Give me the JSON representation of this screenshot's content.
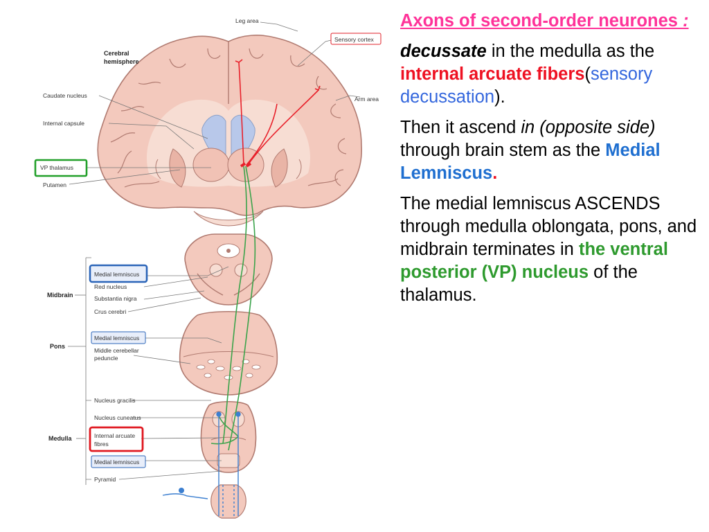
{
  "diagram": {
    "labels": {
      "leg_area": "Leg area",
      "sensory_cortex": "Sensory cortex",
      "cerebral_hemisphere_1": "Cerebral",
      "cerebral_hemisphere_2": "hemisphere",
      "arm_area": "Arm area",
      "caudate_nucleus": "Caudate nucleus",
      "internal_capsule": "Internal capsule",
      "vp_thalamus": "VP thalamus",
      "putamen": "Putamen",
      "medial_lemniscus_midbrain": "Medial lemniscus",
      "red_nucleus": "Red nucleus",
      "substantia_nigra": "Substantia nigra",
      "crus_cerebri": "Crus cerebri",
      "midbrain": "Midbrain",
      "pons": "Pons",
      "medial_lemniscus_pons": "Medial lemniscus",
      "middle_cerebellar_1": "Middle cerebellar",
      "middle_cerebellar_2": "peduncle",
      "nucleus_gracilis": "Nucleus gracilis",
      "nucleus_cuneatus": "Nucleus cuneatus",
      "medulla": "Medulla",
      "internal_arcuate_1": "Internal arcuate",
      "internal_arcuate_2": "fibres",
      "medial_lemniscus_medulla": "Medial lemniscus",
      "pyramid": "Pyramid"
    },
    "colors": {
      "brain_fill": "#f3c9bd",
      "brain_stroke": "#b07a70",
      "ventricle": "#b8c8ea",
      "red_pathway": "#e8202a",
      "green_pathway": "#3aa34a",
      "blue_pathway": "#3c7fd0",
      "vp_box": "#22a02a",
      "midbrain_box": "#2a64b8",
      "medulla_box": "#e01820"
    }
  },
  "notes": {
    "heading": "Axons of second-order neurones",
    "heading_colon": " :",
    "p1": {
      "decussate": "decussate",
      "t1": " in the medulla as the ",
      "internal_arcuate_fibers": "internal arcuate fibers",
      "t2": "(",
      "sensory_decussation": "sensory decussation",
      "t3": ")."
    },
    "p2": {
      "t1": "Then it ascend ",
      "opposite_side": "in (opposite side)",
      "t2": " through  brain stem as the ",
      "medial_lemniscus": "Medial Lemniscus",
      "t3": "."
    },
    "p3": {
      "t1": "The medial lemniscus ASCENDS through medulla oblongata, pons, and midbrain terminates in ",
      "vp_nucleus": "the ventral posterior (VP) nucleus",
      "t2": " of the thalamus."
    }
  }
}
